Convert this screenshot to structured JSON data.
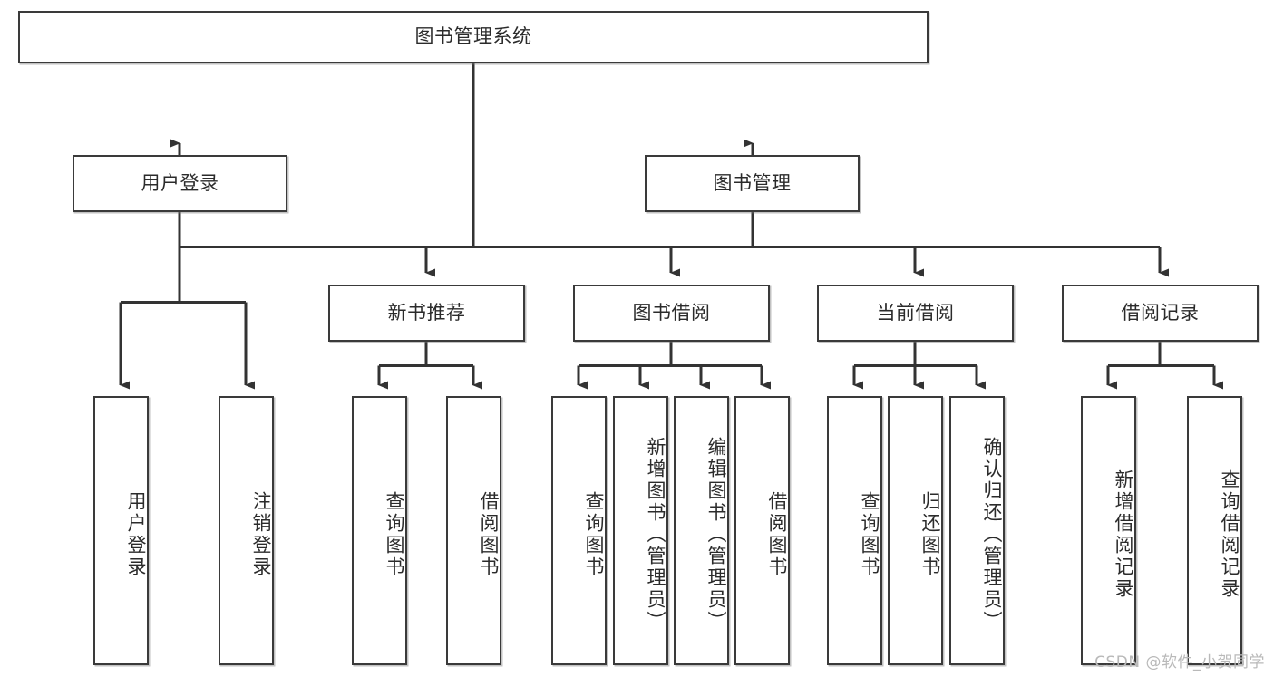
{
  "diagram": {
    "type": "tree-hierarchy-chart",
    "title": "图书管理系统",
    "watermark": "CSDN @软件_小贺同学",
    "colors": {
      "box_border": "#3a3a3a",
      "box_fill": "#ffffff",
      "connector": "#333333",
      "text": "#2b2b2b",
      "watermark": "#b9b9b9"
    },
    "levels": {
      "root": {
        "label": "图书管理系统"
      },
      "level2": [
        {
          "label": "用户登录"
        },
        {
          "label": "图书管理"
        }
      ],
      "level3": [
        {
          "label": "新书推荐"
        },
        {
          "label": "图书借阅"
        },
        {
          "label": "当前借阅"
        },
        {
          "label": "借阅记录"
        }
      ],
      "leaves": {
        "user_login": [
          {
            "label": "用户登录"
          },
          {
            "label": "注销登录"
          }
        ],
        "new_book_recommend": [
          {
            "label": "查询图书"
          },
          {
            "label": "借阅图书"
          }
        ],
        "book_borrow": [
          {
            "label": "查询图书"
          },
          {
            "label": "新增图书（管理员）"
          },
          {
            "label": "编辑图书（管理员）"
          },
          {
            "label": "借阅图书"
          }
        ],
        "current_borrow": [
          {
            "label": "查询图书"
          },
          {
            "label": "归还图书"
          },
          {
            "label": "确认归还（管理员）"
          }
        ],
        "borrow_record": [
          {
            "label": "新增借阅记录"
          },
          {
            "label": "查询借阅记录"
          }
        ]
      }
    }
  }
}
